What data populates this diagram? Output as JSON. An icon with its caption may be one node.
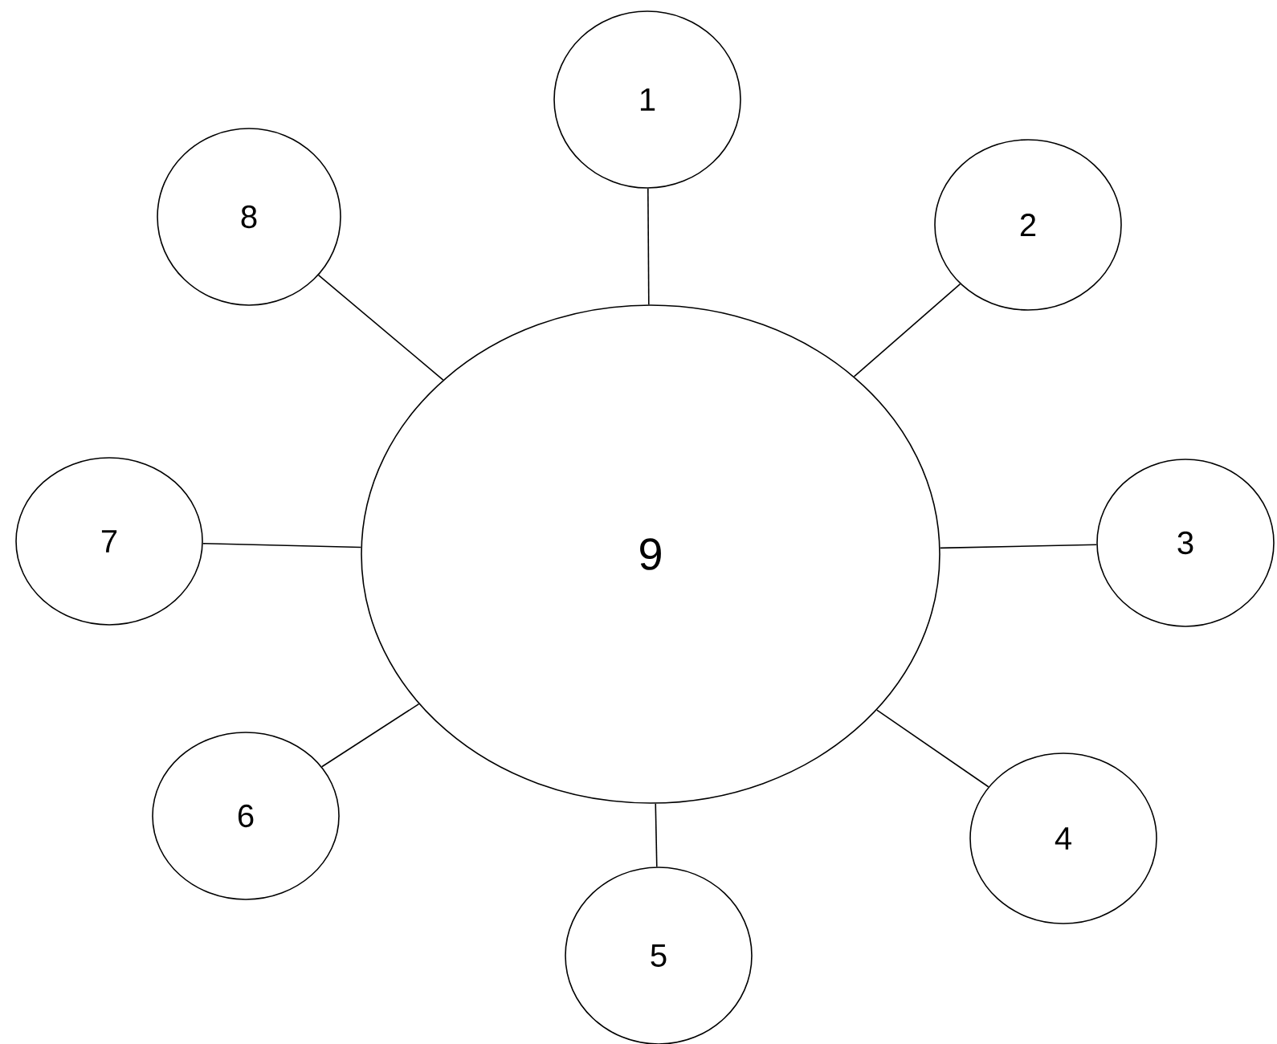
{
  "diagram": {
    "nodes": [
      {
        "text": [
          "1"
        ]
      },
      {
        "text": [
          "2"
        ]
      },
      {
        "text": [
          "3"
        ]
      },
      {
        "text": [
          "4"
        ]
      },
      {
        "text": [
          "5"
        ]
      },
      {
        "text": [
          "6"
        ]
      },
      {
        "text": [
          "7"
        ]
      },
      {
        "text": [
          "8"
        ]
      },
      {
        "text": [
          "9"
        ]
      }
    ],
    "edges": [
      {
        "from": 8,
        "to": 0,
        "arrow": "none"
      },
      {
        "from": 8,
        "to": 1,
        "arrow": "none"
      },
      {
        "from": 8,
        "to": 2,
        "arrow": "none"
      },
      {
        "from": 8,
        "to": 3,
        "arrow": "none"
      },
      {
        "from": 8,
        "to": 4,
        "arrow": "none"
      },
      {
        "from": 8,
        "to": 5,
        "arrow": "none"
      },
      {
        "from": 8,
        "to": 6,
        "arrow": "none"
      },
      {
        "from": 8,
        "to": 7,
        "arrow": "none"
      }
    ]
  }
}
